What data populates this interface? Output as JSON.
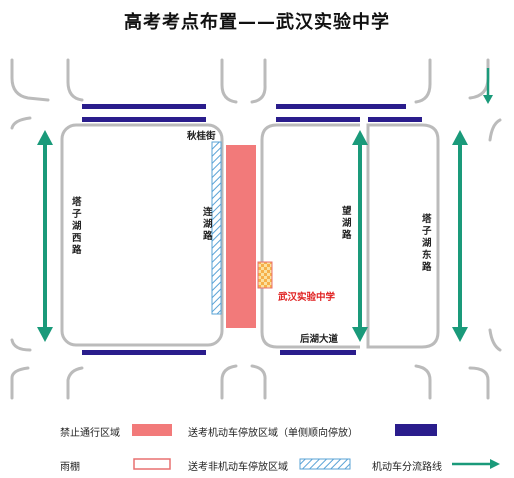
{
  "title": "高考考点布置——武汉实验中学",
  "labels": {
    "qiugui_street": "秋桂街",
    "tazi_lake_west": "塔子湖西路",
    "lianhu_road": "连湖路",
    "wanghu_road": "望湖路",
    "tazi_lake_east": "塔子湖东路",
    "school": "武汉实验中学",
    "houhu_avenue": "后湖大道"
  },
  "legend": {
    "no_entry": "禁止通行区域",
    "motor_parking": "送考机动车停放区域（单侧顺向停放）",
    "motor_route": "机动车分流路线",
    "rain_shelter": "雨棚",
    "nonmotor_parking": "送考非机动车停放区域"
  },
  "colors": {
    "no_entry": "#f27a7a",
    "motor_parking": "#2a1d8c",
    "motor_route": "#1a9a7a",
    "rain_shelter": "#e87070",
    "nonmotor_parking": "#5aa3d6",
    "school_label": "#e02020",
    "road_outline": "#bbbbbb"
  }
}
